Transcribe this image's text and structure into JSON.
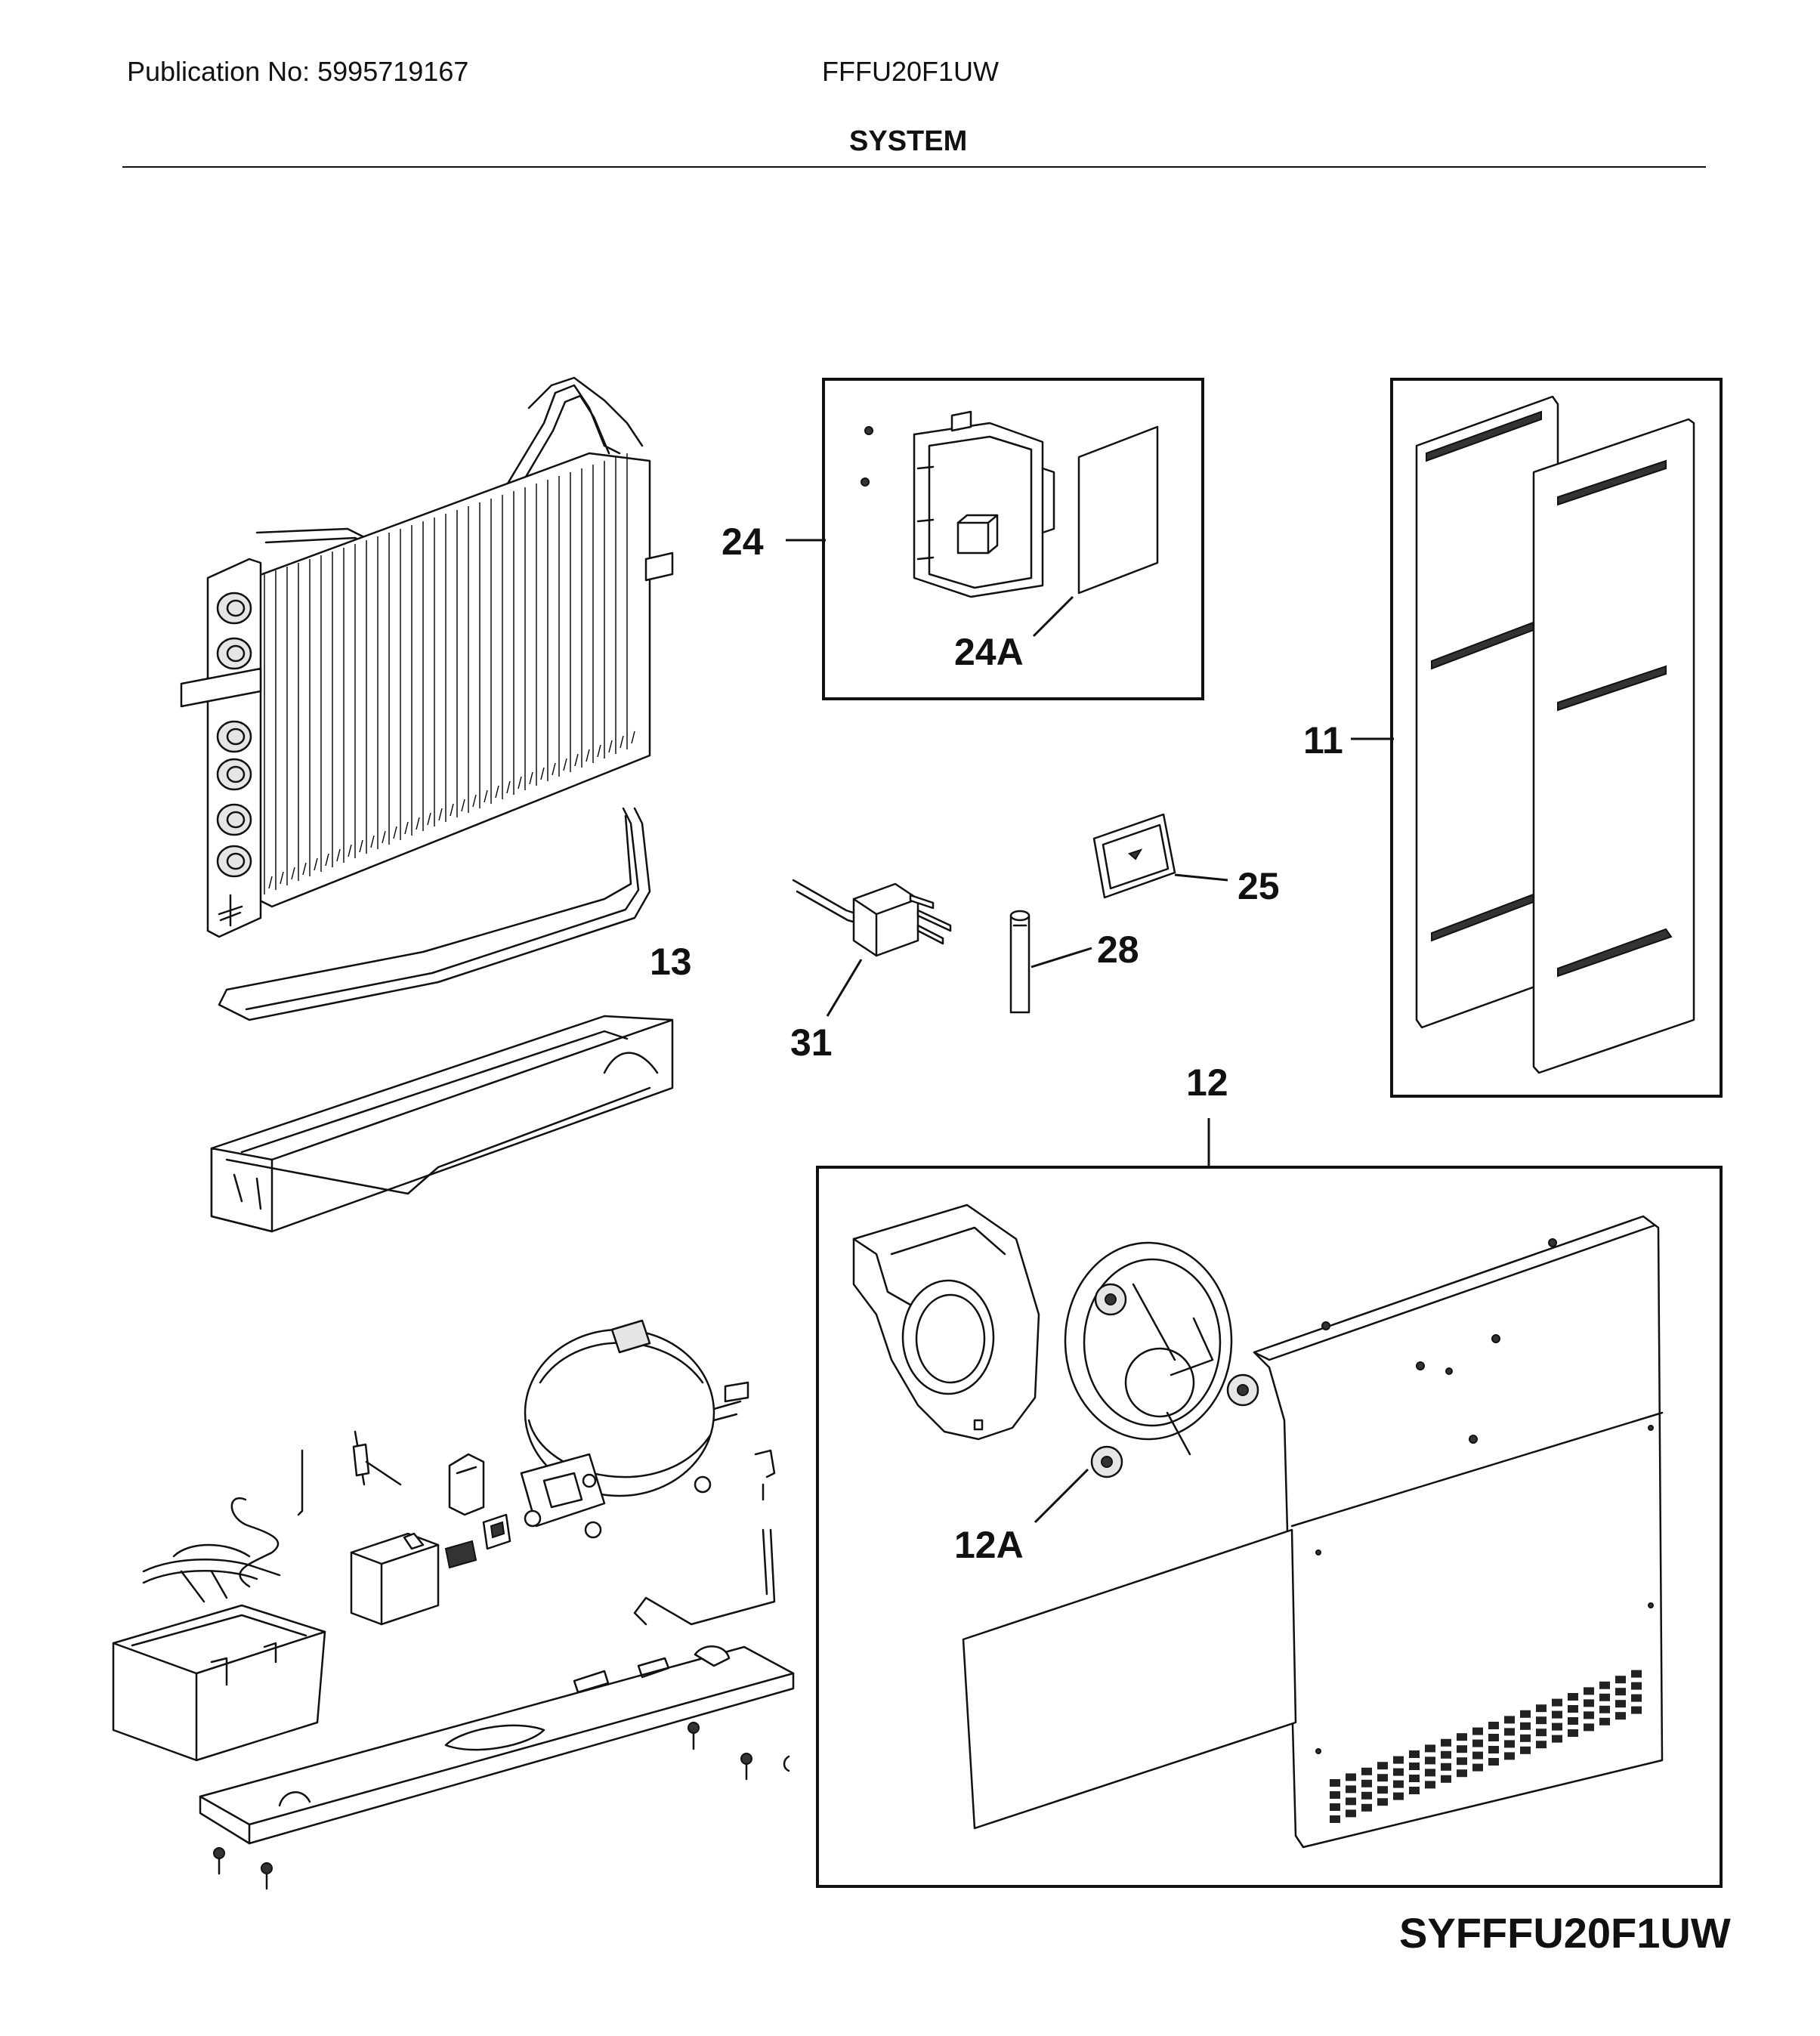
{
  "header": {
    "publication": "Publication No: 5995719167",
    "model": "FFFU20F1UW",
    "section": "SYSTEM"
  },
  "footer": {
    "diagram_code": "SYFFFU20F1UW"
  },
  "callouts": {
    "c24": "24",
    "c24a": "24A",
    "c11": "11",
    "c25": "25",
    "c13": "13",
    "c28": "28",
    "c31": "31",
    "c12": "12",
    "c12a": "12A"
  }
}
